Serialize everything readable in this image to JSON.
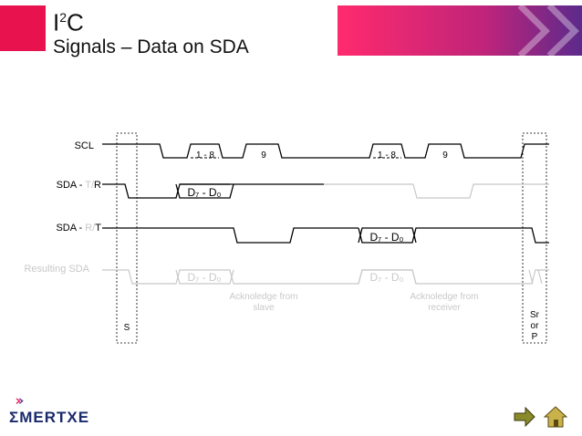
{
  "slide": {
    "title_main": "I",
    "title_sup": "2",
    "title_end": "C",
    "subtitle": "Signals – Data on SDA"
  },
  "signals": {
    "scl": "SCL",
    "sda_tr_prefix": "SDA - ",
    "sda_tr_t": "T",
    "sda_tr_slash": "/",
    "sda_tr_r": "R",
    "sda_rt_prefix": "SDA - ",
    "sda_rt_r": "R",
    "sda_rt_slash": "/",
    "sda_rt_t": "T",
    "resulting": "Resulting SDA"
  },
  "pulses": {
    "bits_1": "1 - 8",
    "ack_1": "9",
    "bits_2": "1 - 8",
    "ack_2": "9"
  },
  "data_labels": {
    "d_tr": "D₇ - D₀",
    "d_rt": "D₇ - D₀",
    "d_res_1": "D₇ - D₀",
    "d_res_2": "D₇ - D₀"
  },
  "notes": {
    "ack_slave_1": "Acknoledge from",
    "ack_slave_2": "slave",
    "ack_recv_1": "Acknoledge from",
    "ack_recv_2": "receiver",
    "start": "S",
    "stop_1": "Sr",
    "stop_2": "or",
    "stop_3": "P"
  },
  "footer": {
    "logo": "ΣMERTXE"
  },
  "colors": {
    "accent": "#e8124f",
    "banner_start": "#ff2a6d",
    "banner_end": "#5b2a8c",
    "line": "#000000",
    "faded": "#c8c8c8"
  }
}
